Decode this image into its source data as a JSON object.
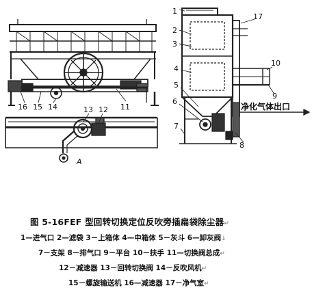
{
  "figure": {
    "labels": {
      "l1": "1",
      "l2": "2",
      "l3": "3",
      "l4": "4",
      "l5": "5",
      "l6": "6",
      "l7": "7",
      "l8": "8",
      "l9": "9",
      "l10": "10",
      "l11": "11",
      "l12": "12",
      "l13": "13",
      "l14": "14",
      "l15": "15",
      "l16": "16",
      "l17": "17",
      "lA": "A"
    },
    "outlet_text": "净化气体出口"
  },
  "caption": {
    "title": "图 5-16FEF 型回转切换定位反吹旁插扁袋除尘器",
    "title_mark": "↵",
    "legend_lines": [
      {
        "text": "1—进气口 2—滤袋 3－上箱体 4—中箱体 5－灰斗 6—卸灰阀",
        "mark": "↓"
      },
      {
        "text": "7－支架 8－排气口 9－平台 10－扶手 11—切换阀总成",
        "mark": "↵"
      },
      {
        "text": "12－减速器 13－回转切换阀 14－反吹风机",
        "mark": "↵"
      },
      {
        "text": "15－螺旋输送机 16—减速器 17－净气室",
        "mark": "↵"
      }
    ]
  }
}
